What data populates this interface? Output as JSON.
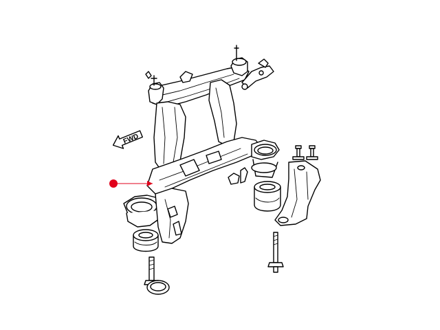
{
  "diagram": {
    "fwd_arrow_label": "FWD",
    "colors": {
      "line": "#000000",
      "background": "#ffffff",
      "callout": "#e0001b"
    },
    "parts": [
      {
        "name": "rear-crossmember-frame"
      },
      {
        "name": "left-mounting-bolt"
      },
      {
        "name": "right-mounting-bolt"
      },
      {
        "name": "left-bushing"
      },
      {
        "name": "right-bushing"
      },
      {
        "name": "mounting-bracket"
      },
      {
        "name": "bracket-bolts"
      }
    ],
    "callout": {
      "target": "rear-crossmember-frame"
    }
  }
}
